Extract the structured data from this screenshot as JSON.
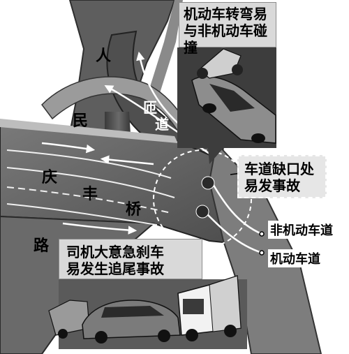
{
  "callouts": {
    "turn_collision": "机动车转弯易\n与非机动车碰\n撞",
    "lane_gap": "车道缺口处\n易发事故",
    "rear_end": "司机大意急刹车\n易发生追尾事故"
  },
  "lanes": {
    "non_motor": "非机动车道",
    "motor": "机动车道"
  },
  "road_name": [
    "人",
    "民",
    "庆",
    "丰",
    "桥",
    "路"
  ],
  "ramp_name": [
    "匝",
    "道"
  ],
  "colors": {
    "road": "#6b6b6b",
    "road_dark": "#3f3f3f",
    "ramp": "#5a5a5a",
    "callout_bg": "#d9d9d9",
    "lane_arrow": "#ffffff",
    "hazard_dot": "#2a2a2a"
  }
}
